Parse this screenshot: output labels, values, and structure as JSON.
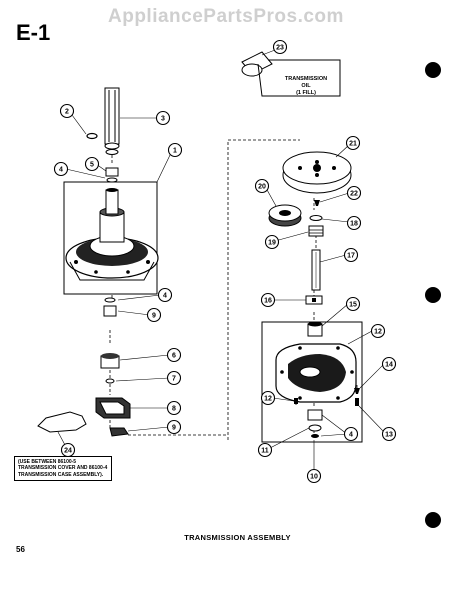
{
  "watermark": "AppliancePartsPros.com",
  "section_code": "E-1",
  "title": "TRANSMISSION ASSEMBLY",
  "page_number": "56",
  "oil_label": {
    "line1": "TRANSMISSION",
    "line2": "OIL",
    "line3": "(1 FILL)"
  },
  "note": "(USE BETWEEN 86100-5 TRANSMISSION COVER AND 86100-4 TRANSMISSION CASE ASSEMBLY).",
  "callouts": [
    "1",
    "2",
    "3",
    "4",
    "5",
    "4",
    "9",
    "6",
    "7",
    "8",
    "9",
    "24",
    "23",
    "21",
    "20",
    "22",
    "18",
    "19",
    "17",
    "16",
    "15",
    "12",
    "14",
    "12",
    "4",
    "11",
    "13",
    "10"
  ]
}
